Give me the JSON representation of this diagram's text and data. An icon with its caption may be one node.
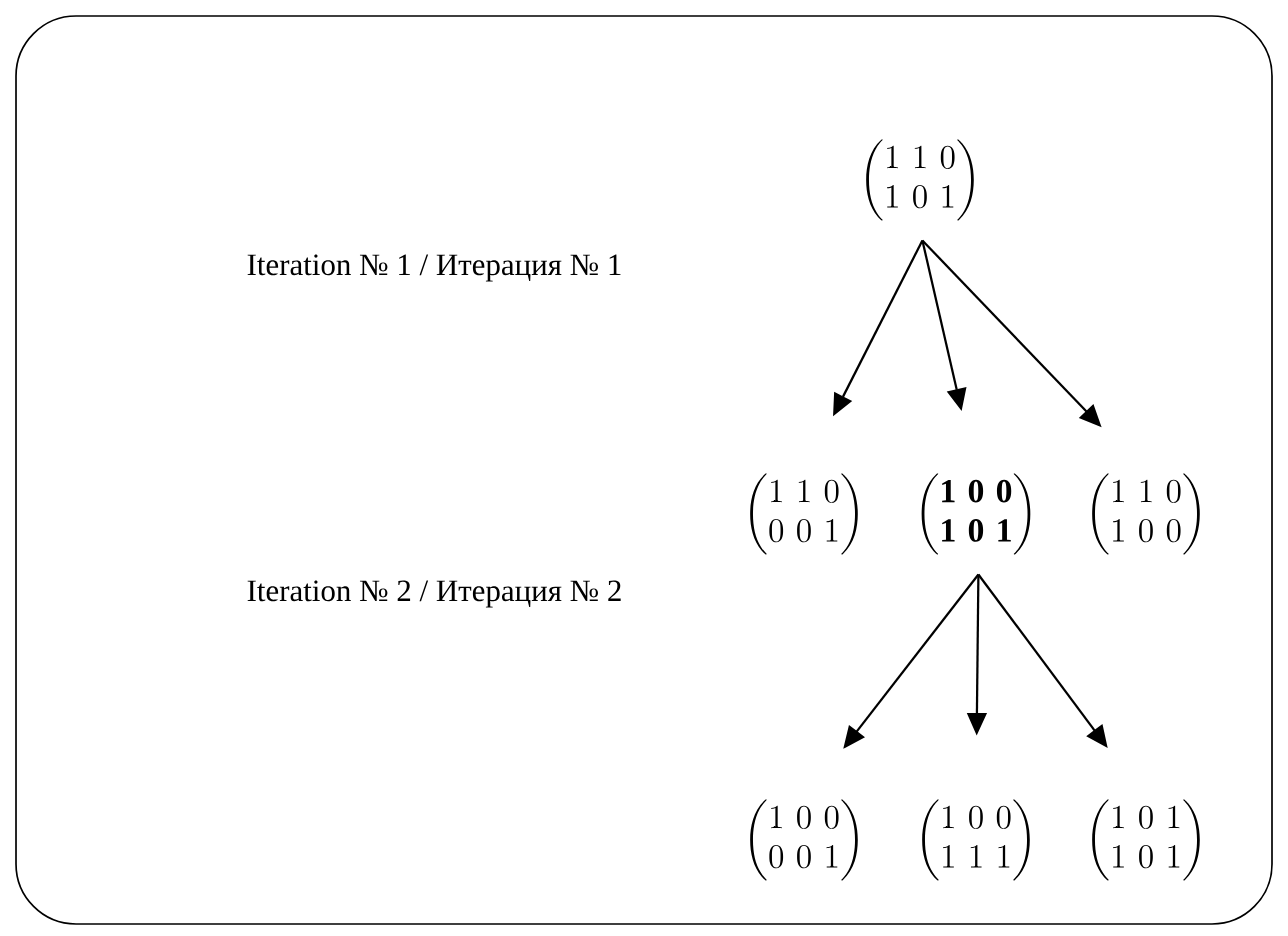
{
  "diagram": {
    "nodes": [
      {
        "text": [
          "\\begin{pmatrix}1&1&0\\\\1&0&1\\end{pmatrix}"
        ]
      },
      {
        "text": [
          "\\begin{pmatrix}1&1&0\\\\0&0&1\\end{pmatrix}"
        ]
      },
      {
        "text": [
          "\\begin{pmatrix}\\mathbf{1}&\\mathbf{0}&\\mathbf{0}\\\\\\mathbf{1}&\\mathbf{0}&\\mathbf{1}\\end{pmatrix}"
        ]
      },
      {
        "text": [
          "\\begin{pmatrix}1&1&0\\\\1&0&0\\end{pmatrix}"
        ]
      },
      {
        "text": [
          "\\begin{pmatrix}1&0&0\\\\0&0&1\\end{pmatrix}"
        ]
      },
      {
        "text": [
          "\\begin{pmatrix}1&0&0\\\\1&1&1\\end{pmatrix}"
        ]
      },
      {
        "text": [
          "\\begin{pmatrix}1&0&1\\\\1&0&1\\end{pmatrix}"
        ]
      }
    ],
    "edges": [
      {
        "from": 0,
        "to": 1,
        "arrow": "to"
      },
      {
        "from": 0,
        "to": 2,
        "arrow": "to"
      },
      {
        "from": 0,
        "to": 3,
        "arrow": "to"
      },
      {
        "from": 2,
        "to": 4,
        "arrow": "to"
      },
      {
        "from": 2,
        "to": 5,
        "arrow": "to"
      },
      {
        "from": 2,
        "to": 6,
        "arrow": "to"
      }
    ],
    "labels": [
      "Iteration № 1 / Итерация № 1",
      "Iteration № 2 / Итерация № 2"
    ]
  }
}
